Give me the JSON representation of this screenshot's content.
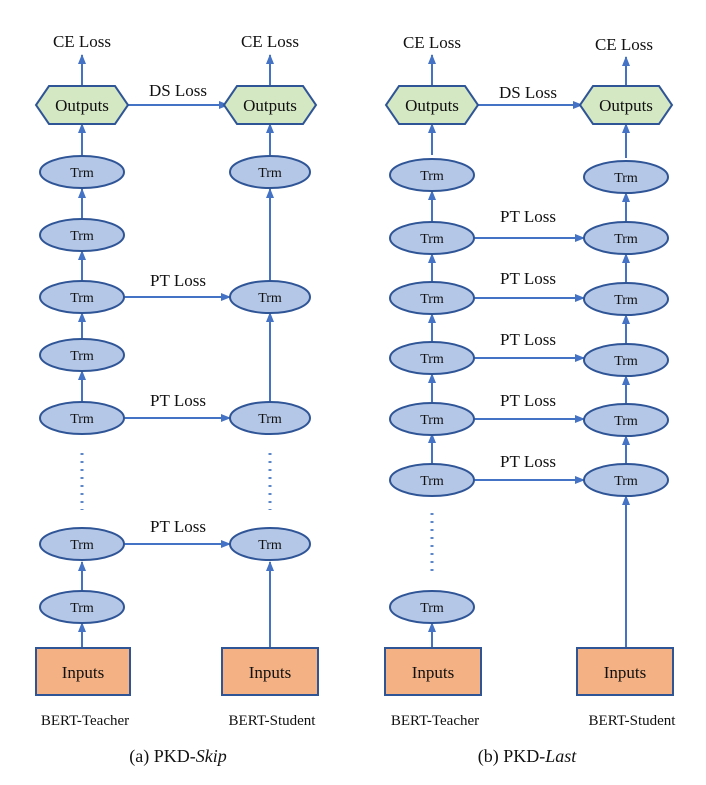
{
  "colors": {
    "arrow": "#4472C4",
    "trm_fill": "#B4C7E7",
    "trm_stroke": "#2F5597",
    "outputs_fill": "#D5E8C4",
    "outputs_stroke": "#2F5597",
    "inputs_fill": "#F4B183",
    "inputs_stroke": "#2F5597"
  },
  "labels": {
    "trm": "Trm",
    "outputs": "Outputs",
    "inputs": "Inputs",
    "ce_loss": "CE Loss",
    "ds_loss": "DS Loss",
    "pt_loss": "PT Loss",
    "bert_teacher": "BERT-Teacher",
    "bert_student": "BERT-Student"
  },
  "captions": {
    "a_prefix": "(a) PKD-",
    "a_italic": "Skip",
    "b_prefix": "(b) PKD-",
    "b_italic": "Last"
  }
}
